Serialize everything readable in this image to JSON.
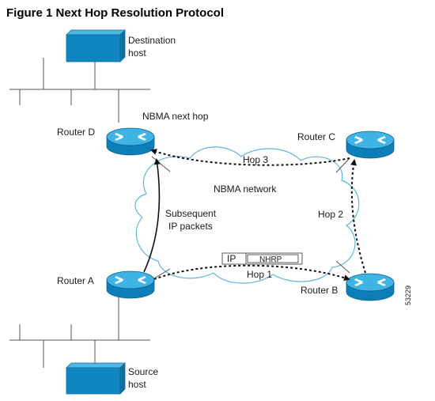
{
  "figure": {
    "title": "Figure 1 Next Hop Resolution Protocol"
  },
  "devices": {
    "router_a": "Router A",
    "router_b": "Router B",
    "router_c": "Router C",
    "router_d": "Router D"
  },
  "hosts": {
    "destination": [
      "Destination",
      "host"
    ],
    "source": [
      "Source",
      "host"
    ]
  },
  "labels": {
    "nbma_next_hop": "NBMA next hop",
    "nbma_network": "NBMA network",
    "hop1": "Hop 1",
    "hop2": "Hop 2",
    "hop3": "Hop 3",
    "subsequent": [
      "Subsequent",
      "IP packets"
    ],
    "packet_ip": "IP",
    "packet_nhrp": "NHRP",
    "figure_id": "53229"
  },
  "colors": {
    "device_blue": "#0f86c2",
    "cloud_outline": "#5fb7d8"
  }
}
